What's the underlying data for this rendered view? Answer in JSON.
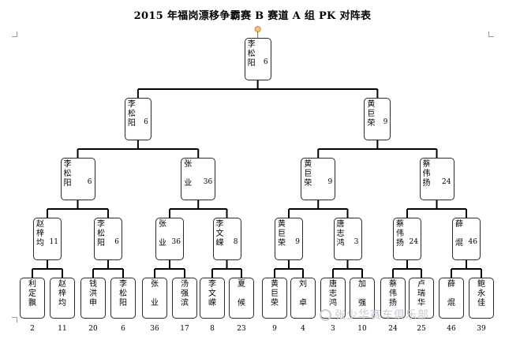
{
  "title": "2015 年福岗漂移争霸赛 B 赛道 A 组 PK 对阵表",
  "watermark": "张少华赛车俱乐部",
  "bracket": {
    "champion": {
      "name": "李\n松\n阳",
      "score": "6"
    },
    "semifinal": [
      {
        "name": "李\n松\n阳",
        "score": "6"
      },
      {
        "name": "黄\n巨\n荣",
        "score": "9"
      }
    ],
    "quarterfinal": [
      {
        "name": "李\n松\n阳",
        "score": "6"
      },
      {
        "name": "张\n\n业",
        "score": "36"
      },
      {
        "name": "黄\n巨\n荣",
        "score": "9"
      },
      {
        "name": "蔡\n伟\n扬",
        "score": "24"
      }
    ],
    "round_of_16": [
      {
        "name": "赵\n梓\n均",
        "score": "11"
      },
      {
        "name": "李\n松\n阳",
        "score": "6"
      },
      {
        "name": "张\n\n业",
        "score": "36"
      },
      {
        "name": "李\n文\n嵘",
        "score": "8"
      },
      {
        "name": "黄\n巨\n荣",
        "score": "9"
      },
      {
        "name": "唐\n志\n鸿",
        "score": "3"
      },
      {
        "name": "蔡\n伟\n扬",
        "score": "24"
      },
      {
        "name": "薛\n\n焜",
        "score": "46"
      }
    ],
    "round_of_32": [
      {
        "name": "利\n定\n飘",
        "score": "2"
      },
      {
        "name": "赵\n梓\n均",
        "score": "11"
      },
      {
        "name": "钱\n洪\n申",
        "score": "20"
      },
      {
        "name": "李\n松\n阳",
        "score": "6"
      },
      {
        "name": "张\n\n业",
        "score": "36"
      },
      {
        "name": "汤\n强\n滨",
        "score": "17"
      },
      {
        "name": "李\n文\n嵘",
        "score": "8"
      },
      {
        "name": "夏\n\n候",
        "score": "23"
      },
      {
        "name": "黄\n巨\n荣",
        "score": "9"
      },
      {
        "name": "刘\n\n卓",
        "score": "4"
      },
      {
        "name": "唐\n志\n鸿",
        "score": "3"
      },
      {
        "name": "加\n\n强",
        "score": "10"
      },
      {
        "name": "蔡\n伟\n扬",
        "score": "24"
      },
      {
        "name": "卢\n瑞\n华",
        "score": "25"
      },
      {
        "name": "薛\n\n焜",
        "score": "46"
      },
      {
        "name": "鲍\n永\n佳",
        "score": "39"
      }
    ]
  }
}
